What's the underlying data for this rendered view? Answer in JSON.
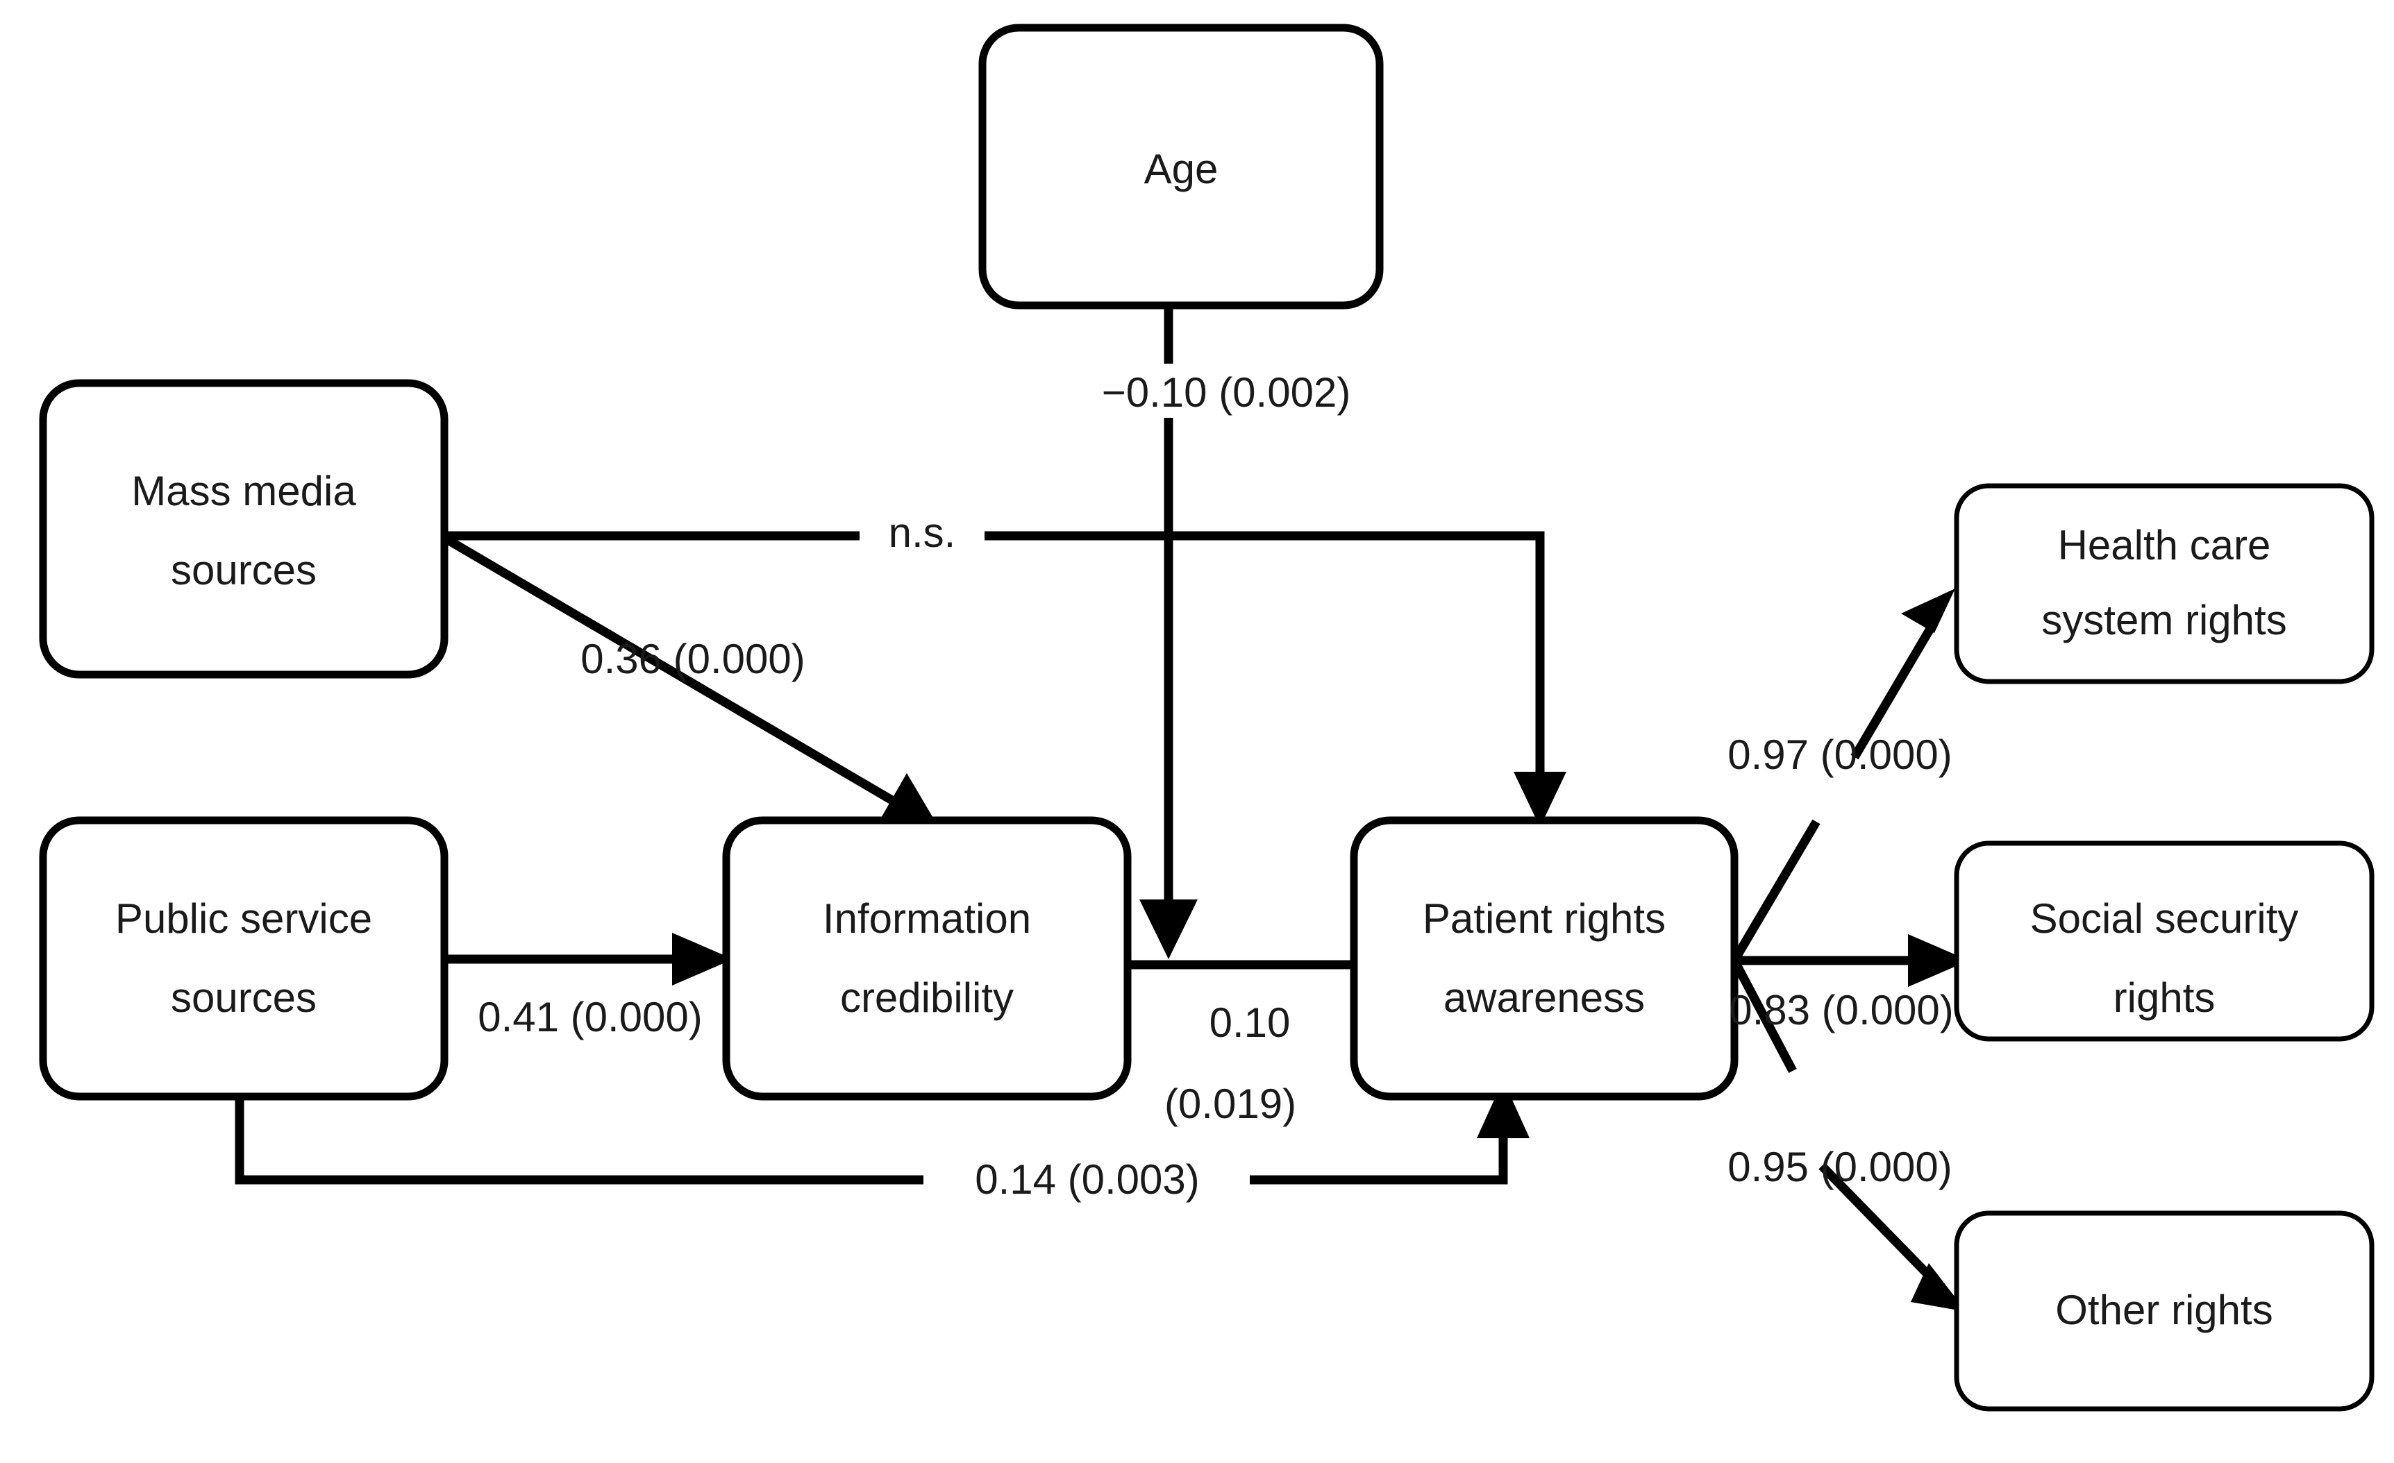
{
  "diagram": {
    "type": "path-diagram",
    "title": "",
    "notation": "coefficient (p-value)",
    "nodes": [
      {
        "id": "age",
        "label_line1": "Age",
        "label_line2": ""
      },
      {
        "id": "mass_media",
        "label_line1": "Mass media",
        "label_line2": "sources"
      },
      {
        "id": "public_service",
        "label_line1": "Public service",
        "label_line2": "sources"
      },
      {
        "id": "info_credibility",
        "label_line1": "Information",
        "label_line2": "credibility"
      },
      {
        "id": "patient_rights",
        "label_line1": "Patient rights",
        "label_line2": "awareness"
      },
      {
        "id": "health_care",
        "label_line1": "Health care",
        "label_line2": "system rights"
      },
      {
        "id": "social_security",
        "label_line1": "Social security",
        "label_line2": "rights"
      },
      {
        "id": "other_rights",
        "label_line1": "Other rights",
        "label_line2": ""
      }
    ],
    "edges": [
      {
        "id": "age_to_path",
        "from": "age",
        "to": "info_cred_to_patient_path",
        "label_line1": "−0.10 (0.002)",
        "label_line2": "",
        "coefficient": -0.1,
        "p_value": 0.002,
        "significant": true
      },
      {
        "id": "mass_to_patient",
        "from": "mass_media",
        "to": "patient_rights",
        "label_line1": "n.s.",
        "label_line2": "",
        "coefficient": null,
        "p_value": null,
        "significant": false
      },
      {
        "id": "mass_to_info",
        "from": "mass_media",
        "to": "info_credibility",
        "label_line1": "0.36 (0.000)",
        "label_line2": "",
        "coefficient": 0.36,
        "p_value": 0.0,
        "significant": true
      },
      {
        "id": "public_to_info",
        "from": "public_service",
        "to": "info_credibility",
        "label_line1": "0.41 (0.000)",
        "label_line2": "",
        "coefficient": 0.41,
        "p_value": 0.0,
        "significant": true
      },
      {
        "id": "info_to_patient",
        "from": "info_credibility",
        "to": "patient_rights",
        "label_line1": "0.10",
        "label_line2": "(0.019)",
        "coefficient": 0.1,
        "p_value": 0.019,
        "significant": true
      },
      {
        "id": "public_to_patient",
        "from": "public_service",
        "to": "patient_rights",
        "label_line1": "0.14 (0.003)",
        "label_line2": "",
        "coefficient": 0.14,
        "p_value": 0.003,
        "significant": true
      },
      {
        "id": "patient_to_health",
        "from": "patient_rights",
        "to": "health_care",
        "label_line1": "0.97 (0.000)",
        "label_line2": "",
        "coefficient": 0.97,
        "p_value": 0.0,
        "significant": true
      },
      {
        "id": "patient_to_social",
        "from": "patient_rights",
        "to": "social_security",
        "label_line1": "0.83 (0.000)",
        "label_line2": "",
        "coefficient": 0.83,
        "p_value": 0.0,
        "significant": true
      },
      {
        "id": "patient_to_other",
        "from": "patient_rights",
        "to": "other_rights",
        "label_line1": "0.95 (0.000)",
        "label_line2": "",
        "coefficient": 0.95,
        "p_value": 0.0,
        "significant": true
      }
    ],
    "colors": {
      "background": "#ffffff",
      "stroke": "#000000",
      "text": "#1a1a1a"
    }
  }
}
